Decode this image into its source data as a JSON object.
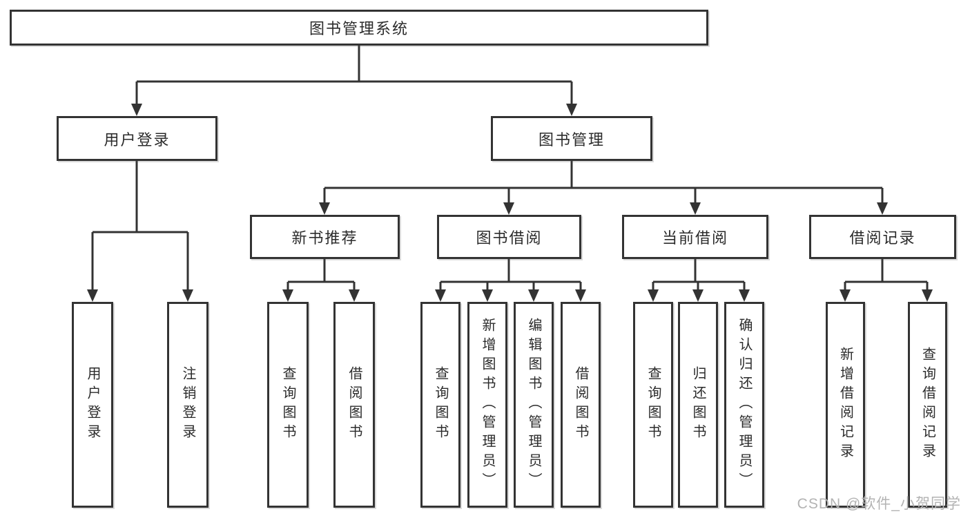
{
  "colors": {
    "line": "#333333",
    "text": "#2b2b2b",
    "background": "#ffffff",
    "watermark": "#b3b3b3"
  },
  "tree": {
    "root": {
      "label": "图书管理系统"
    },
    "branches": [
      {
        "label": "用户登录",
        "children": [
          {
            "label": "用户登录"
          },
          {
            "label": "注销登录"
          }
        ]
      },
      {
        "label": "图书管理",
        "children": [
          {
            "label": "新书推荐",
            "children": [
              {
                "label": "查询图书"
              },
              {
                "label": "借阅图书"
              }
            ]
          },
          {
            "label": "图书借阅",
            "children": [
              {
                "label": "查询图书"
              },
              {
                "label": "新增图书（管理员）"
              },
              {
                "label": "编辑图书（管理员）"
              },
              {
                "label": "借阅图书"
              }
            ]
          },
          {
            "label": "当前借阅",
            "children": [
              {
                "label": "查询图书"
              },
              {
                "label": "归还图书"
              },
              {
                "label": "确认归还（管理员）"
              }
            ]
          },
          {
            "label": "借阅记录",
            "children": [
              {
                "label": "新增借阅记录"
              },
              {
                "label": "查询借阅记录"
              }
            ]
          }
        ]
      }
    ]
  },
  "watermark": {
    "text": "CSDN @软件_小贺同学"
  }
}
